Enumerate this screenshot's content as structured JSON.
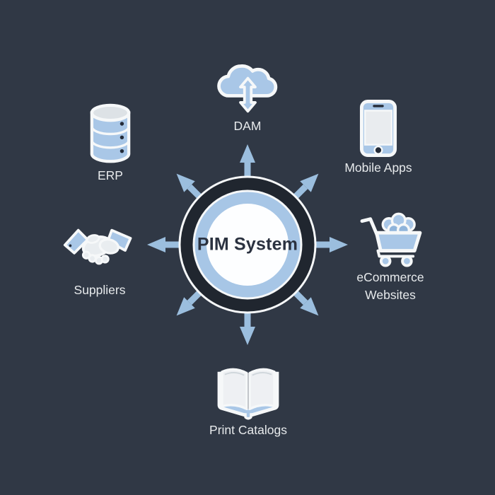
{
  "background_color": "#303845",
  "hub": {
    "label": "PIM System",
    "outer_ring_color": "#20262f",
    "blue_ring_color": "#a7c6e6",
    "center_color": "#fdfeff",
    "text_color": "#2b3240"
  },
  "arrows": {
    "color": "#9bbede",
    "count": 8,
    "directions": [
      "N",
      "NE",
      "E",
      "SE",
      "S",
      "SW",
      "W",
      "NW"
    ]
  },
  "nodes": [
    {
      "id": "dam",
      "label": "DAM",
      "icon": "cloud-sync-icon"
    },
    {
      "id": "mobile-apps",
      "label": "Mobile Apps",
      "icon": "smartphone-icon"
    },
    {
      "id": "ecommerce",
      "label": "eCommerce\nWebsites",
      "icon": "shopping-cart-icon"
    },
    {
      "id": "print-catalogs",
      "label": "Print Catalogs",
      "icon": "open-book-icon"
    },
    {
      "id": "suppliers",
      "label": "Suppliers",
      "icon": "handshake-icon"
    },
    {
      "id": "erp",
      "label": "ERP",
      "icon": "database-icon"
    }
  ],
  "palette": {
    "icon_blue": "#a9c7e7",
    "icon_blue_dark": "#8fb4da",
    "icon_light": "#e9ecef",
    "outline_white": "#f6f8f9",
    "dark_accent": "#242b38",
    "label_color": "#e7eaec"
  }
}
